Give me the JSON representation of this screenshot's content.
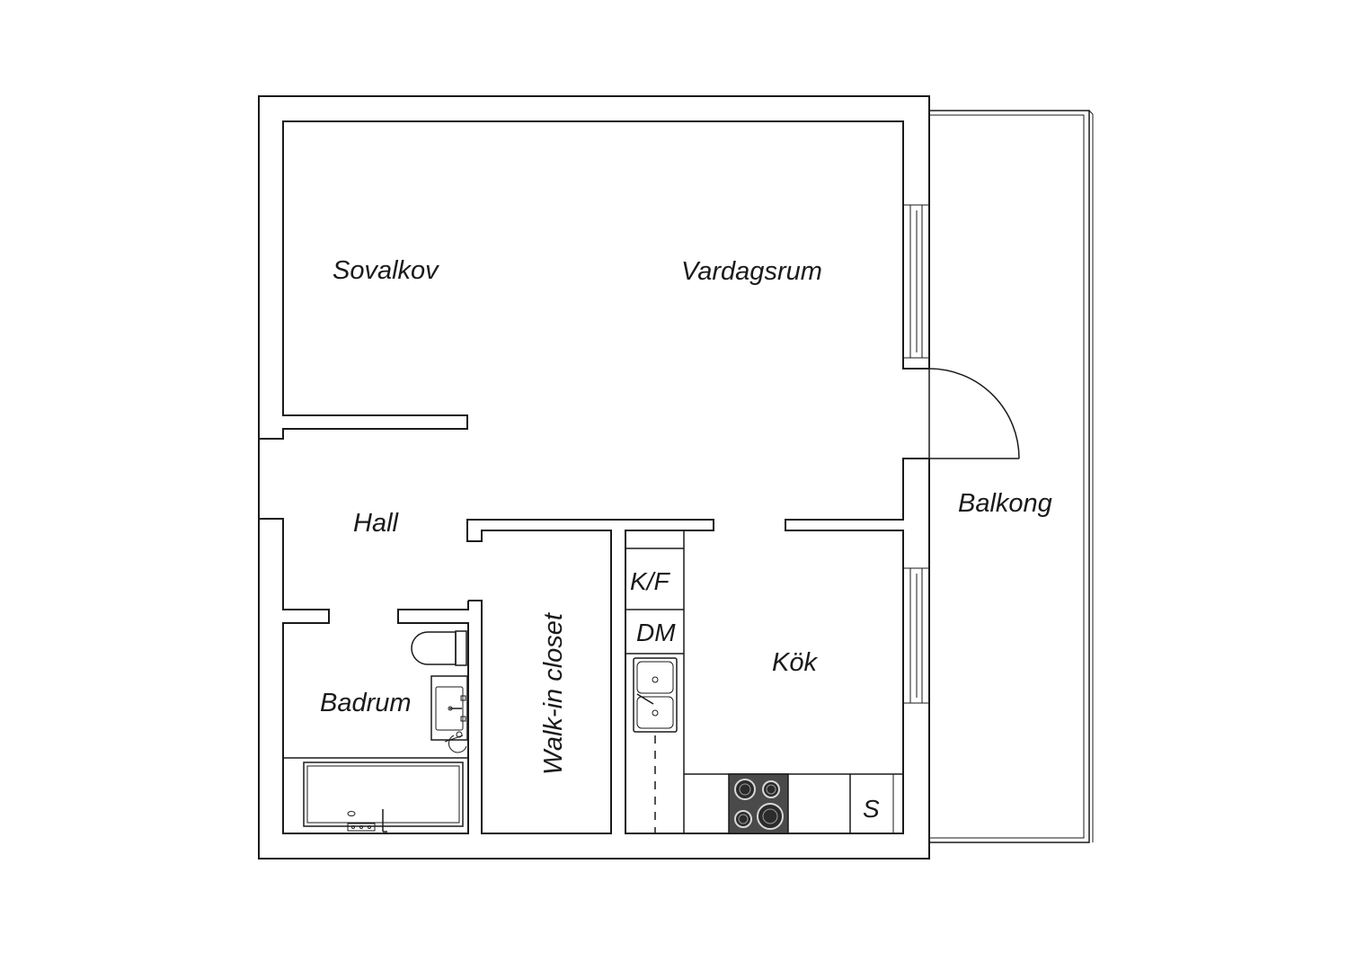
{
  "rooms": {
    "sovalkov": "Sovalkov",
    "vardagsrum": "Vardagsrum",
    "hall": "Hall",
    "badrum": "Badrum",
    "walk_in_closet": "Walk-in closet",
    "kok": "Kök",
    "balkong": "Balkong"
  },
  "appliances": {
    "kyl_frys": "K/F",
    "diskmaskin": "DM",
    "skap": "S"
  },
  "colors": {
    "line": "#1a1a1a",
    "background": "#ffffff",
    "stove": "#4a4a4a"
  }
}
